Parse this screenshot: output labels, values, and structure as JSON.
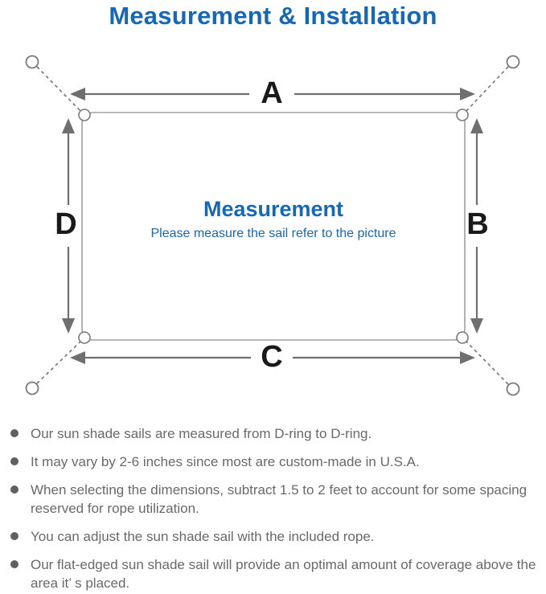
{
  "title": "Measurement & Installation",
  "diagram": {
    "label_top": "A",
    "label_right": "B",
    "label_bottom": "C",
    "label_left": "D",
    "center_title": "Measurement",
    "center_subtitle": "Please measure the sail refer to the picture"
  },
  "colors": {
    "accent_blue": "#1668b3",
    "arrow_gray": "#6f6f6f",
    "outline_gray": "#9f9f9f",
    "text_gray": "#696969",
    "label_black": "#1a1a1a"
  },
  "bullets": [
    "Our sun shade sails are measured from D-ring to D-ring.",
    "It may vary by 2-6 inches since most are custom-made in U.S.A.",
    "When selecting the dimensions, subtract 1.5 to 2 feet to account for some spacing reserved for rope utilization.",
    "You can adjust the sun shade sail with the included rope.",
    "Our flat-edged sun shade sail will provide an optimal amount of coverage above the area it’ s placed."
  ]
}
